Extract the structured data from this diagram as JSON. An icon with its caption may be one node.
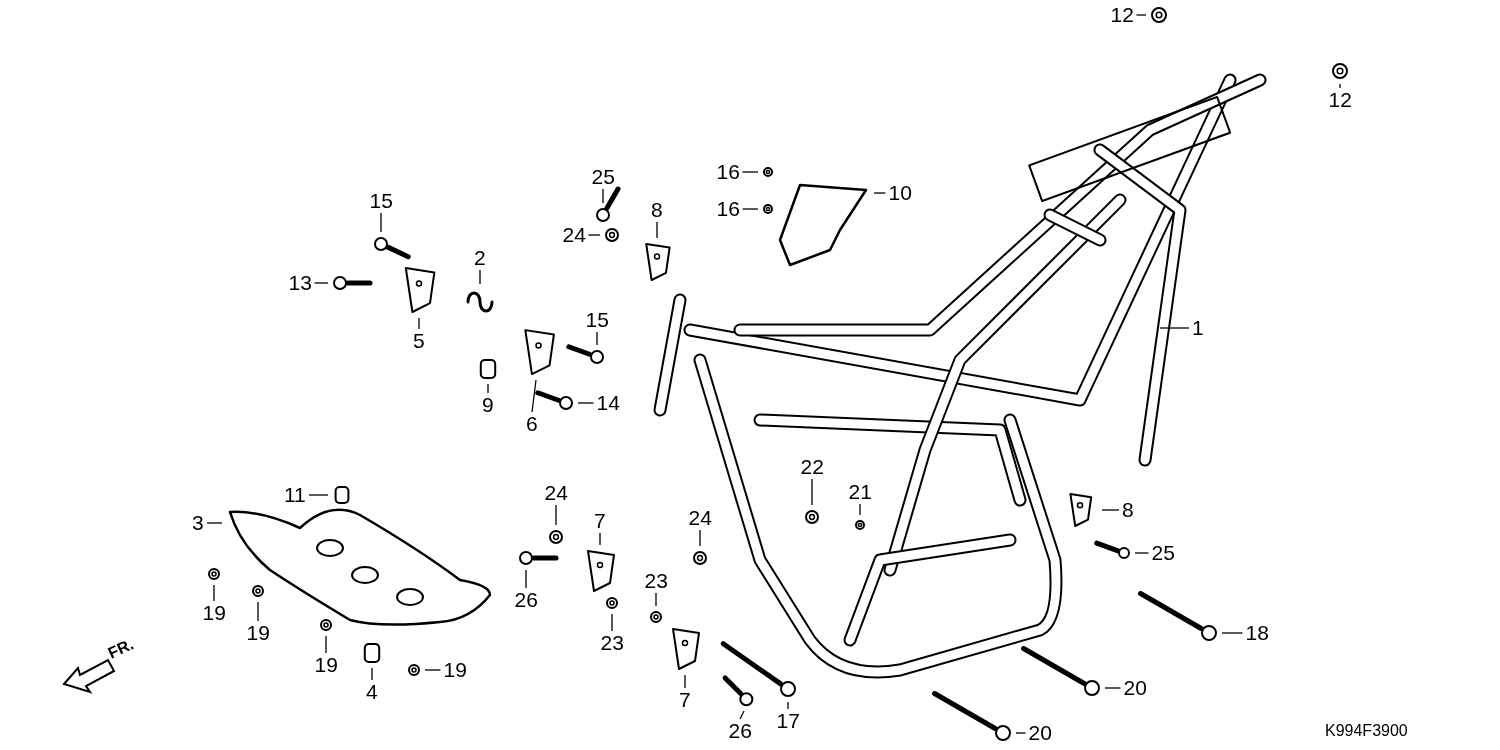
{
  "diagram": {
    "nodes": [
      {
        "text": [
          "12"
        ]
      },
      {
        "text": [
          "12"
        ]
      },
      {
        "text": [
          "16"
        ]
      },
      {
        "text": [
          "10"
        ]
      },
      {
        "text": [
          "16"
        ]
      },
      {
        "text": [
          "25"
        ]
      },
      {
        "text": [
          "8"
        ]
      },
      {
        "text": [
          "15"
        ]
      },
      {
        "text": [
          "24"
        ]
      },
      {
        "text": [
          "2"
        ]
      },
      {
        "text": [
          "13"
        ]
      },
      {
        "text": [
          "5"
        ]
      },
      {
        "text": [
          "1"
        ]
      },
      {
        "text": [
          "15"
        ]
      },
      {
        "text": [
          "9"
        ]
      },
      {
        "text": [
          "6"
        ]
      },
      {
        "text": [
          "14"
        ]
      },
      {
        "text": [
          "11"
        ]
      },
      {
        "text": [
          "22"
        ]
      },
      {
        "text": [
          "21"
        ]
      },
      {
        "text": [
          "24"
        ]
      },
      {
        "text": [
          "7"
        ]
      },
      {
        "text": [
          "3"
        ]
      },
      {
        "text": [
          "24"
        ]
      },
      {
        "text": [
          "8"
        ]
      },
      {
        "text": [
          "25"
        ]
      },
      {
        "text": [
          "26"
        ]
      },
      {
        "text": [
          "23"
        ]
      },
      {
        "text": [
          "19"
        ]
      },
      {
        "text": [
          "19"
        ]
      },
      {
        "text": [
          "23"
        ]
      },
      {
        "text": [
          "18"
        ]
      },
      {
        "text": [
          "19"
        ]
      },
      {
        "text": [
          "4"
        ]
      },
      {
        "text": [
          "19"
        ]
      },
      {
        "text": [
          "7"
        ]
      },
      {
        "text": [
          "20"
        ]
      },
      {
        "text": [
          "17"
        ]
      },
      {
        "text": [
          "26"
        ]
      },
      {
        "text": [
          "20"
        ]
      }
    ],
    "edges": [
      {
        "from": 0,
        "to": null,
        "arrow": "none"
      },
      {
        "from": 1,
        "to": null,
        "arrow": "none"
      },
      {
        "from": 2,
        "to": null,
        "arrow": "none"
      },
      {
        "from": 3,
        "to": null,
        "arrow": "none"
      },
      {
        "from": 4,
        "to": null,
        "arrow": "none"
      },
      {
        "from": 5,
        "to": null,
        "arrow": "none"
      },
      {
        "from": 6,
        "to": null,
        "arrow": "none"
      },
      {
        "from": 7,
        "to": null,
        "arrow": "none"
      },
      {
        "from": 8,
        "to": null,
        "arrow": "none"
      },
      {
        "from": 9,
        "to": null,
        "arrow": "none"
      },
      {
        "from": 10,
        "to": null,
        "arrow": "none"
      },
      {
        "from": 11,
        "to": null,
        "arrow": "none"
      },
      {
        "from": 12,
        "to": null,
        "arrow": "none"
      },
      {
        "from": 13,
        "to": null,
        "arrow": "none"
      },
      {
        "from": 14,
        "to": null,
        "arrow": "none"
      },
      {
        "from": 15,
        "to": null,
        "arrow": "none"
      },
      {
        "from": 16,
        "to": null,
        "arrow": "none"
      },
      {
        "from": 17,
        "to": null,
        "arrow": "none"
      },
      {
        "from": 18,
        "to": null,
        "arrow": "none"
      },
      {
        "from": 19,
        "to": null,
        "arrow": "none"
      },
      {
        "from": 20,
        "to": null,
        "arrow": "none"
      },
      {
        "from": 21,
        "to": null,
        "arrow": "none"
      },
      {
        "from": 22,
        "to": null,
        "arrow": "none"
      },
      {
        "from": 23,
        "to": null,
        "arrow": "none"
      },
      {
        "from": 24,
        "to": null,
        "arrow": "none"
      },
      {
        "from": 25,
        "to": null,
        "arrow": "none"
      },
      {
        "from": 26,
        "to": null,
        "arrow": "none"
      },
      {
        "from": 27,
        "to": null,
        "arrow": "none"
      },
      {
        "from": 28,
        "to": null,
        "arrow": "none"
      },
      {
        "from": 29,
        "to": null,
        "arrow": "none"
      },
      {
        "from": 30,
        "to": null,
        "arrow": "none"
      },
      {
        "from": 31,
        "to": null,
        "arrow": "none"
      },
      {
        "from": 32,
        "to": null,
        "arrow": "none"
      },
      {
        "from": 33,
        "to": null,
        "arrow": "none"
      },
      {
        "from": 34,
        "to": null,
        "arrow": "none"
      },
      {
        "from": 35,
        "to": null,
        "arrow": "none"
      },
      {
        "from": 36,
        "to": null,
        "arrow": "none"
      },
      {
        "from": 37,
        "to": null,
        "arrow": "none"
      },
      {
        "from": 38,
        "to": null,
        "arrow": "none"
      },
      {
        "from": 39,
        "to": null,
        "arrow": "none"
      }
    ],
    "labels": [
      "FR.",
      "K994F3900"
    ]
  }
}
